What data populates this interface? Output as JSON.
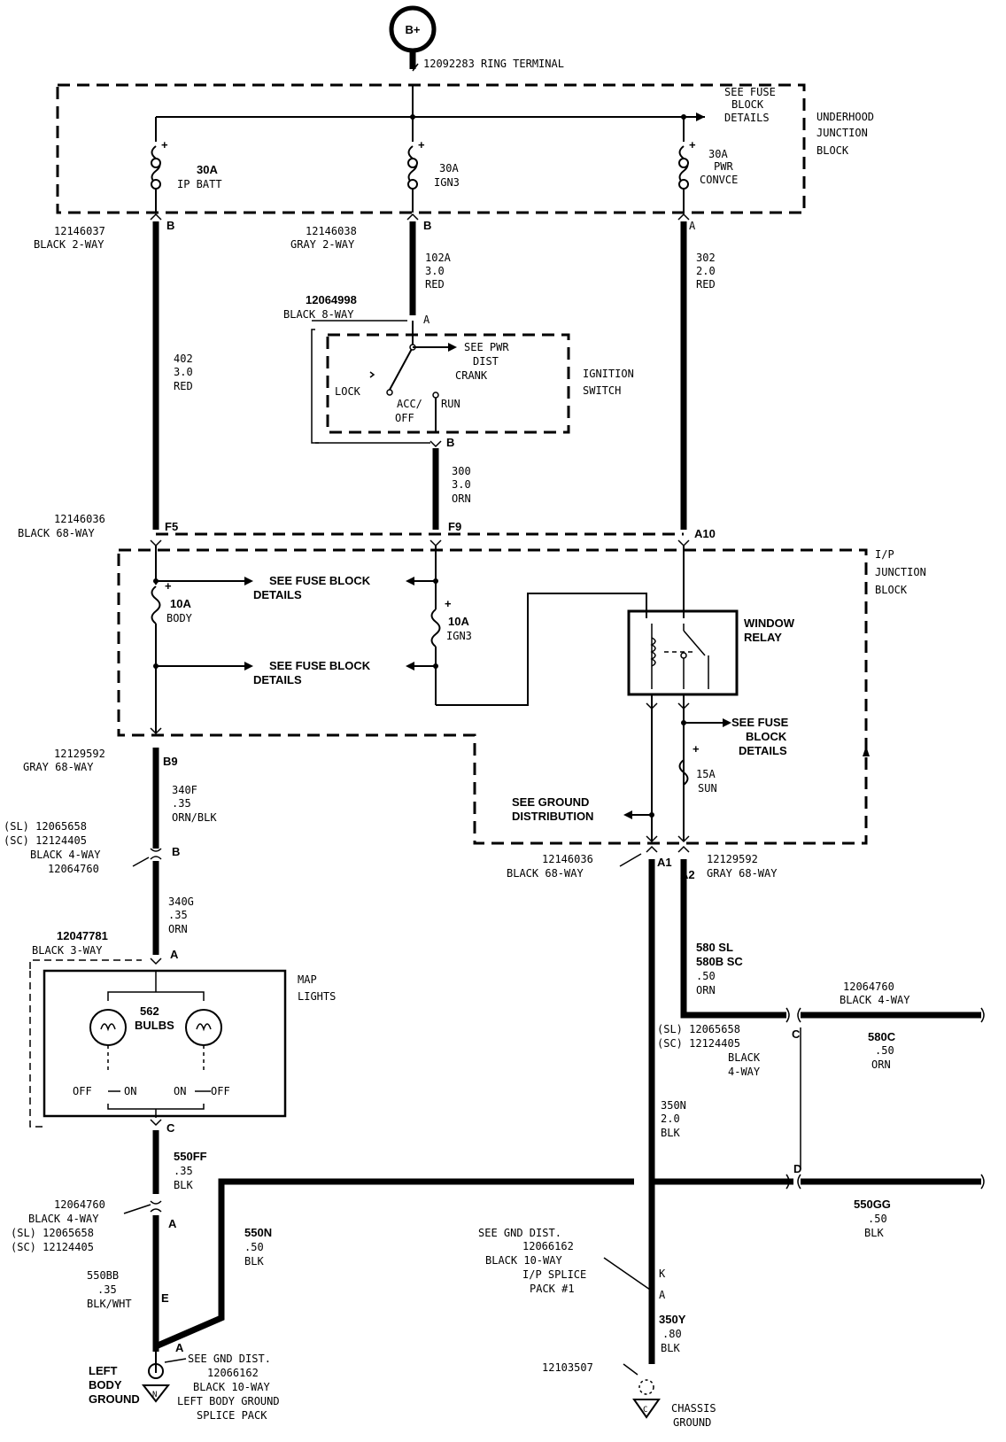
{
  "diagram": {
    "battery_label": "B+",
    "ring_terminal": "12092283 RING TERMINAL",
    "underhood": {
      "see_fuse_block_details": [
        "SEE FUSE",
        "BLOCK",
        "DETAILS"
      ],
      "label": [
        "UNDERHOOD",
        "JUNCTION",
        "BLOCK"
      ],
      "fuse1": [
        "30A",
        "IP BATT"
      ],
      "fuse2": [
        "30A",
        "IGN3"
      ],
      "fuse3": [
        "30A",
        "PWR",
        "CONVCE"
      ]
    },
    "conn_left": {
      "part": "12146037",
      "desc": "BLACK 2-WAY",
      "pin": "B"
    },
    "conn_mid": {
      "part": "12146038",
      "desc": "GRAY 2-WAY",
      "pin": "B"
    },
    "conn_right_pin": "A",
    "wire_402": [
      "402",
      "3.0",
      "RED"
    ],
    "wire_102a": [
      "102A",
      "3.0",
      "RED"
    ],
    "wire_302": [
      "302",
      "2.0",
      "RED"
    ],
    "ignition": {
      "part": "12064998",
      "desc": "BLACK 8-WAY",
      "pin_top": "A",
      "pin_bottom": "B",
      "see_pwr": [
        "SEE PWR",
        "DIST"
      ],
      "crank": "CRANK",
      "lock": "LOCK",
      "acc_off": [
        "ACC/",
        "OFF"
      ],
      "run": "RUN",
      "label": [
        "IGNITION",
        "SWITCH"
      ]
    },
    "wire_300": [
      "300",
      "3.0",
      "ORN"
    ],
    "ip_conn": {
      "part": "12146036",
      "desc": "BLACK 68-WAY",
      "pins": [
        "F5",
        "F9",
        "A10"
      ]
    },
    "ip_junction": {
      "label": [
        "I/P",
        "JUNCTION",
        "BLOCK"
      ],
      "fuse_body": [
        "10A",
        "BODY"
      ],
      "fuse_ign3": [
        "10A",
        "IGN3"
      ],
      "see_fuse_block": "SEE FUSE BLOCK",
      "details": "DETAILS",
      "relay": [
        "WINDOW",
        "RELAY"
      ],
      "see_fuse_right": [
        "SEE FUSE",
        "BLOCK",
        "DETAILS"
      ],
      "fuse_sun": [
        "15A",
        "SUN"
      ],
      "see_ground": [
        "SEE GROUND",
        "DISTRIBUTION"
      ]
    },
    "conn_b9": {
      "part": "12129592",
      "desc": "GRAY 68-WAY",
      "pin": "B9"
    },
    "wire_340f": [
      "340F",
      ".35",
      "ORN/BLK"
    ],
    "conn_sl": {
      "lines": [
        "(SL) 12065658",
        "(SC) 12124405",
        "BLACK 4-WAY",
        "12064760"
      ],
      "pin": "B"
    },
    "wire_340g": [
      "340G",
      ".35",
      "ORN"
    ],
    "conn_map": {
      "part": "12047781",
      "desc": "BLACK 3-WAY",
      "pin_top": "A",
      "pin_bottom": "C"
    },
    "map_lights": {
      "label": [
        "MAP",
        "LIGHTS"
      ],
      "bulbs": [
        "562",
        "BULBS"
      ],
      "off": "OFF",
      "on": "ON"
    },
    "wire_550ff": [
      "550FF",
      ".35",
      "BLK"
    ],
    "conn_left_a": {
      "lines": [
        "12064760",
        "BLACK 4-WAY",
        "(SL) 12065658",
        "(SC) 12124405"
      ],
      "pin": "A"
    },
    "wire_550n": [
      "550N",
      ".50",
      "BLK"
    ],
    "wire_550bb": [
      "550BB",
      ".35",
      "BLK/WHT"
    ],
    "pin_e": "E",
    "pin_a_splice": "A",
    "left_ground": [
      "LEFT",
      "BODY",
      "GROUND"
    ],
    "left_ground_ref": [
      "SEE GND DIST.",
      "12066162",
      "BLACK 10-WAY",
      "LEFT BODY GROUND",
      "SPLICE PACK"
    ],
    "conn_a1": {
      "part": "12146036",
      "desc": "BLACK 68-WAY",
      "pin": "A1"
    },
    "conn_a2": {
      "part": "12129592",
      "desc": "GRAY 68-WAY",
      "pin": "A2"
    },
    "wire_580": [
      "580 SL",
      "580B SC",
      ".50",
      "ORN"
    ],
    "conn_right_4way": {
      "part": "12064760",
      "desc": "BLACK 4-WAY"
    },
    "conn_sl_right": [
      "(SL) 12065658",
      "(SC) 12124405",
      "BLACK",
      "4-WAY"
    ],
    "pin_c_right": "C",
    "pin_d_right": "D",
    "wire_580c": [
      "580C",
      ".50",
      "ORN"
    ],
    "wire_350n": [
      "350N",
      "2.0",
      "BLK"
    ],
    "wire_550gg": [
      "550GG",
      ".50",
      "BLK"
    ],
    "gnd_dist": [
      "SEE GND DIST.",
      "12066162",
      "BLACK 10-WAY",
      "I/P SPLICE",
      "PACK #1"
    ],
    "pin_k": "K",
    "pin_a_right": "A",
    "wire_350y": [
      "350Y",
      ".80",
      "BLK"
    ],
    "chassis_part": "12103507",
    "chassis_ground": [
      "CHASSIS",
      "GROUND"
    ]
  }
}
